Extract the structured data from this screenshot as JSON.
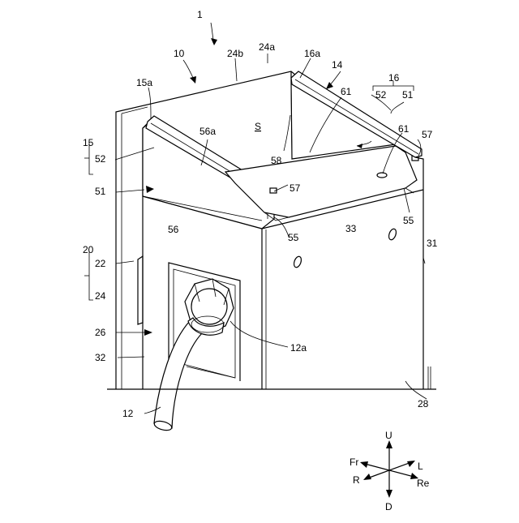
{
  "labels": {
    "l1": "1",
    "l10": "10",
    "l24b": "24b",
    "l24a": "24a",
    "l16a": "16a",
    "l14": "14",
    "l16": "16",
    "l15a": "15a",
    "l52r": "52",
    "l51r": "51",
    "l61a": "61",
    "l56a": "56a",
    "lS": "S",
    "l61b": "61",
    "l57r": "57",
    "l15": "15",
    "l52l": "52",
    "l58": "58",
    "l51l": "51",
    "l57l": "57",
    "l56": "56",
    "l33": "33",
    "l55r": "55",
    "l55l": "55",
    "l31": "31",
    "l20": "20",
    "l22": "22",
    "l24": "24",
    "l26": "26",
    "l12a": "12a",
    "l32": "32",
    "l28": "28",
    "l12": "12"
  },
  "directions": {
    "up": "U",
    "down": "D",
    "front": "Fr",
    "left": "L",
    "right": "R",
    "rear": "Re"
  }
}
